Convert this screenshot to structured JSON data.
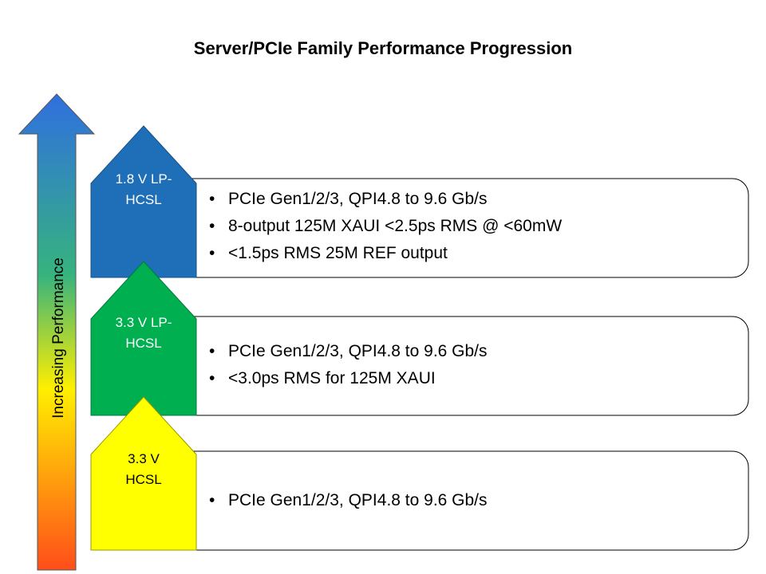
{
  "title": "Server/PCIe Family Performance Progression",
  "axis_label": "Increasing Performance",
  "colors": {
    "tier_1_8v": "#1f6fb8",
    "tier_3_3v_lp": "#00b050",
    "tier_3_3v": "#ffff00",
    "arrow_gradient": [
      "#2f6fe0",
      "#36b37e",
      "#ffef00",
      "#ff4d1a"
    ]
  },
  "tiers": [
    {
      "label": "1.8 V LP-\nHCSL",
      "bullets": [
        "PCIe Gen1/2/3, QPI4.8 to 9.6 Gb/s",
        "8-output 125M XAUI <2.5ps RMS @ <60mW",
        "<1.5ps RMS 25M REF output"
      ]
    },
    {
      "label": "3.3 V LP-\nHCSL",
      "bullets": [
        "PCIe Gen1/2/3, QPI4.8 to 9.6 Gb/s",
        "<3.0ps RMS for 125M XAUI"
      ]
    },
    {
      "label": "3.3 V\nHCSL",
      "bullets": [
        "PCIe Gen1/2/3, QPI4.8 to 9.6 Gb/s"
      ]
    }
  ]
}
